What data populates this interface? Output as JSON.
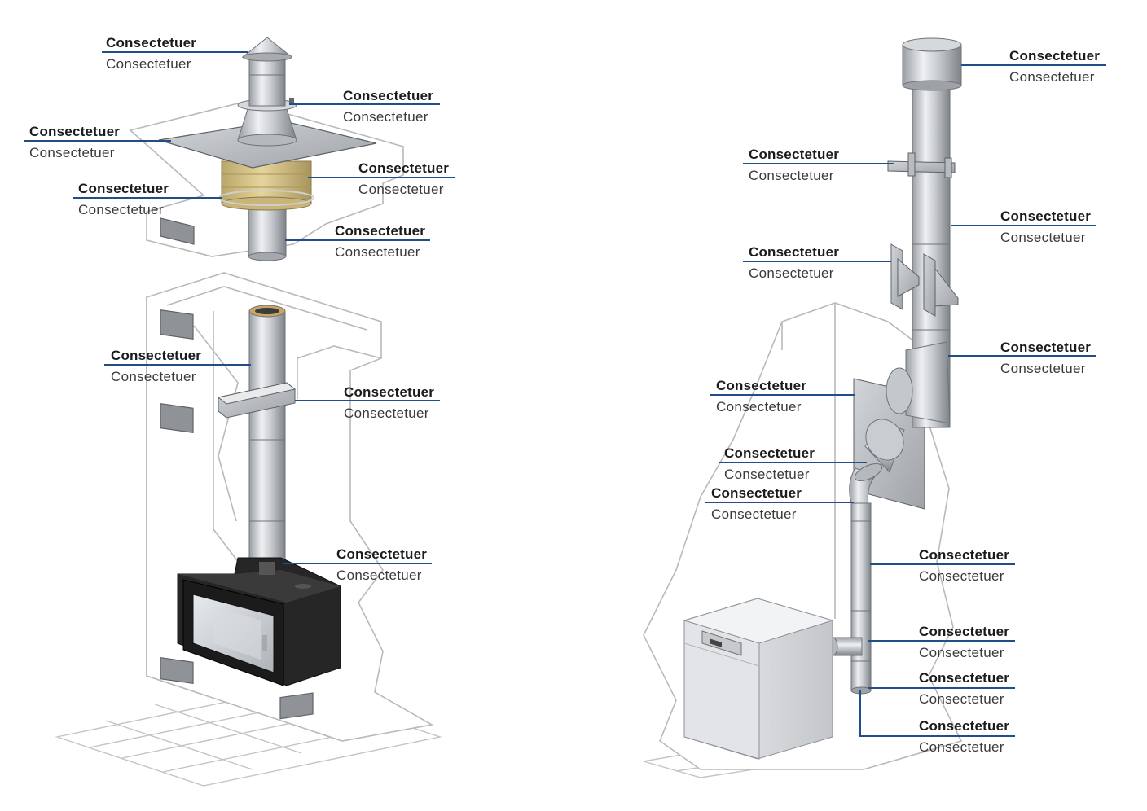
{
  "colors": {
    "leader": "#1f4f86",
    "outline": "#b9b9b9",
    "steel_light": "#e4e6e9",
    "steel_dark": "#8d9196",
    "stove": "#262626",
    "insulation": "#d9c48a"
  },
  "fireplace_diagram": {
    "callouts": [
      {
        "title": "Consectetuer",
        "subtitle": "Consectetuer"
      },
      {
        "title": "Consectetuer",
        "subtitle": "Consectetuer"
      },
      {
        "title": "Consectetuer",
        "subtitle": "Consectetuer"
      },
      {
        "title": "Consectetuer",
        "subtitle": "Consectetuer"
      },
      {
        "title": "Consectetuer",
        "subtitle": "Consectetuer"
      },
      {
        "title": "Consectetuer",
        "subtitle": "Consectetuer"
      },
      {
        "title": "Consectetuer",
        "subtitle": "Consectetuer"
      },
      {
        "title": "Consectetuer",
        "subtitle": "Consectetuer"
      },
      {
        "title": "Consectetuer",
        "subtitle": "Consectetuer"
      }
    ]
  },
  "boiler_diagram": {
    "callouts": [
      {
        "title": "Consectetuer",
        "subtitle": "Consectetuer"
      },
      {
        "title": "Consectetuer",
        "subtitle": "Consectetuer"
      },
      {
        "title": "Consectetuer",
        "subtitle": "Consectetuer"
      },
      {
        "title": "Consectetuer",
        "subtitle": "Consectetuer"
      },
      {
        "title": "Consectetuer",
        "subtitle": "Consectetuer"
      },
      {
        "title": "Consectetuer",
        "subtitle": "Consectetuer"
      },
      {
        "title": "Consectetuer",
        "subtitle": "Consectetuer"
      },
      {
        "title": "Consectetuer",
        "subtitle": "Consectetuer"
      },
      {
        "title": "Consectetuer",
        "subtitle": "Consectetuer"
      },
      {
        "title": "Consectetuer",
        "subtitle": "Consectetuer"
      },
      {
        "title": "Consectetuer",
        "subtitle": "Consectetuer"
      },
      {
        "title": "Consectetuer",
        "subtitle": "Consectetuer"
      }
    ]
  }
}
